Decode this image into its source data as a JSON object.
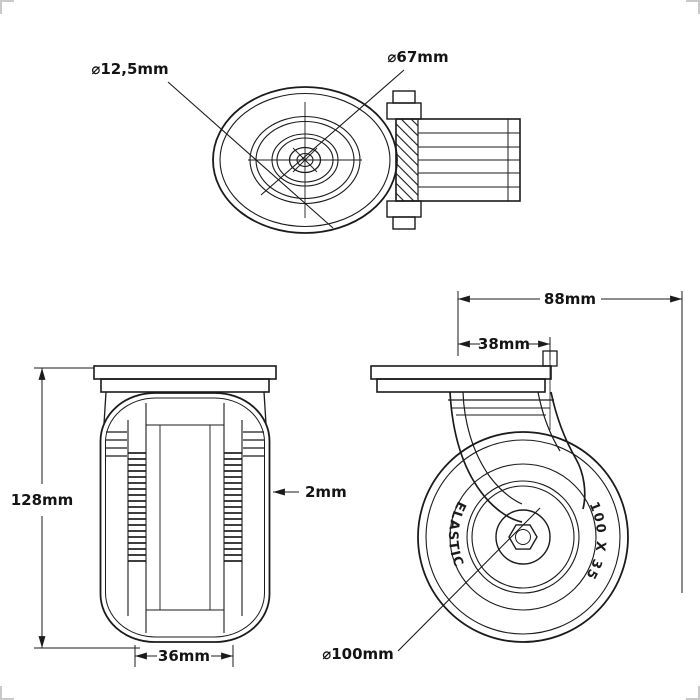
{
  "colors": {
    "line": "#1b1b1b",
    "background": "#ffffff",
    "frame_mark": "#c9c9c9"
  },
  "top_view": {
    "labels": {
      "bore_diameter": "⌀12,5mm",
      "hub_diameter": "⌀67mm"
    }
  },
  "front_view": {
    "labels": {
      "overall_height": "128mm",
      "tread_thickness": "2mm",
      "wheel_width": "36mm"
    }
  },
  "side_view": {
    "labels": {
      "total_length": "88mm",
      "swivel_offset": "38mm",
      "wheel_diameter": "⌀100mm",
      "tire_marking_left": "ELASTIC",
      "tire_marking_right": "100 X 35"
    }
  }
}
